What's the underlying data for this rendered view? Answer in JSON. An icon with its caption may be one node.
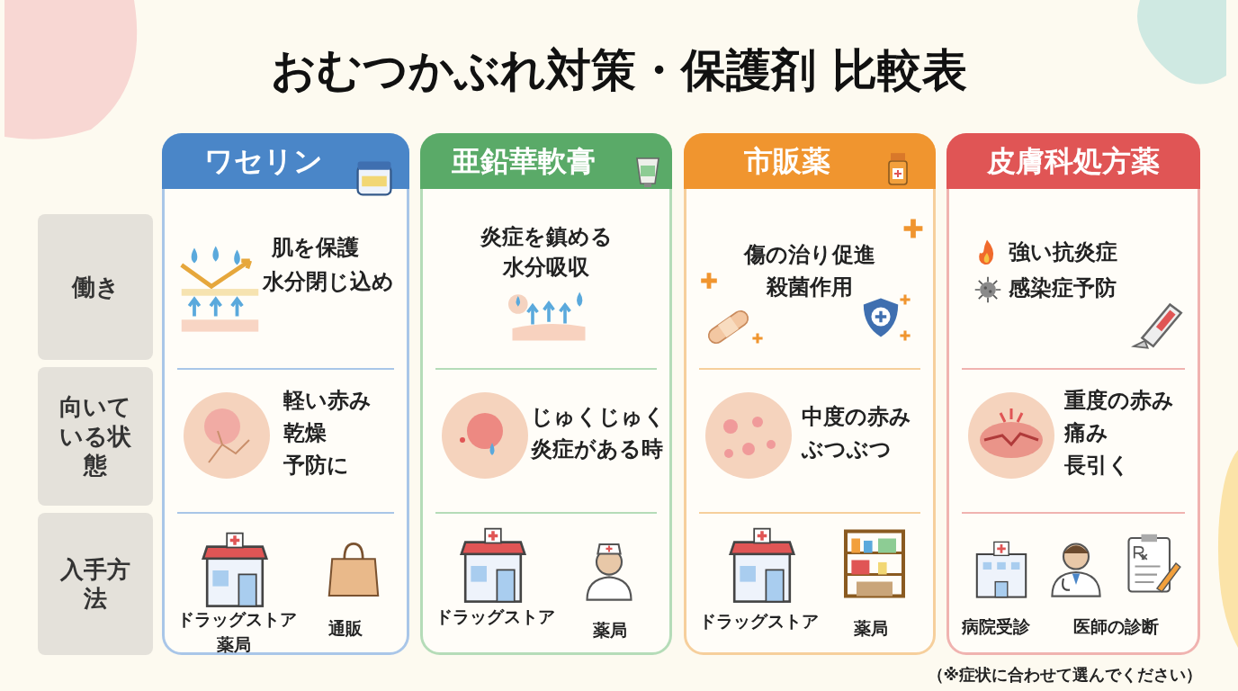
{
  "diagram": {
    "title": "おむつかぶれ対策・保護剤 比較表",
    "nodes": [
      {
        "text": [
          "働き"
        ]
      },
      {
        "text": [
          "向いている状態"
        ]
      },
      {
        "text": [
          "入手方法"
        ]
      },
      {
        "text": [
          "ワセリン"
        ]
      },
      {
        "text": [
          "肌を保護",
          "水分閉じ込め"
        ],
        "in": 3
      },
      {
        "text": [
          "軽い赤み",
          "乾燥",
          "予防に"
        ],
        "in": 3
      },
      {
        "text": [
          "ドラッグストア",
          "薬局",
          "通販"
        ],
        "in": 3
      },
      {
        "text": [
          "亜鉛華軟膏"
        ]
      },
      {
        "text": [
          "炎症を鎮める",
          "水分吸収"
        ],
        "in": 7
      },
      {
        "text": [
          "じゅくじゅく",
          "炎症がある時"
        ],
        "in": 7
      },
      {
        "text": [
          "ドラッグストア",
          "薬局"
        ],
        "in": 7
      },
      {
        "text": [
          "市販薬"
        ]
      },
      {
        "text": [
          "傷の治り促進",
          "殺菌作用"
        ],
        "in": 11
      },
      {
        "text": [
          "中度の赤み",
          "ぶつぶつ"
        ],
        "in": 11
      },
      {
        "text": [
          "ドラッグストア",
          "薬局"
        ],
        "in": 11
      },
      {
        "text": [
          "皮膚科処方薬"
        ]
      },
      {
        "text": [
          "強い抗炎症",
          "感染症予防"
        ],
        "in": 15
      },
      {
        "text": [
          "重度の赤み",
          "痛み",
          "長引く"
        ],
        "in": 15
      },
      {
        "text": [
          "病院受診",
          "医師の診断"
        ],
        "in": 15
      }
    ],
    "labels": [
      "（※症状に合わせて選んでください）"
    ]
  }
}
